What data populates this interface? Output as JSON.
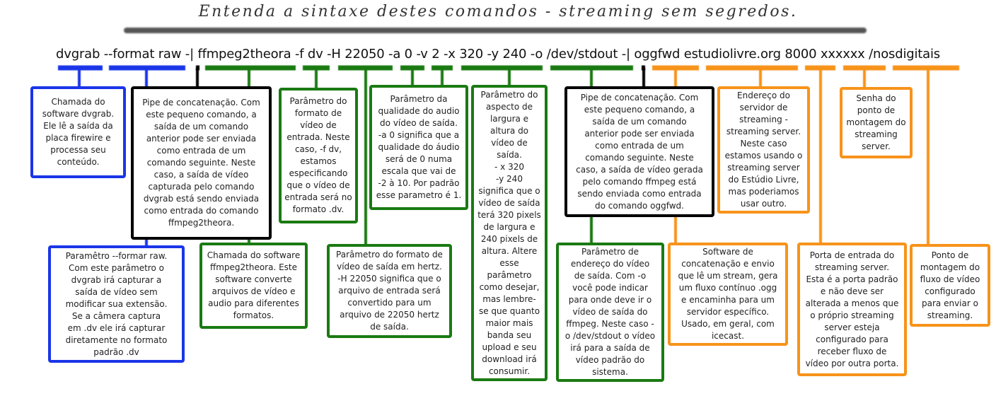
{
  "title": "Entenda a sintaxe destes comandos - streaming sem segredos.",
  "command": "dvgrab --format raw -| ffmpeg2theora -f dv -H 22050 -a 0 -v 2 -x 320 -y 240 -o /dev/stdout -| oggfwd estudiolivre.org 8000 xxxxxx /nosdigitais",
  "colors": {
    "blue": "#1a35e8",
    "black": "#000000",
    "green": "#1a7a12",
    "orange": "#f7931a"
  },
  "boxes": {
    "dvgrab": "Chamada do\nsoftware dvgrab.\nEle lê a saída da\nplaca firewire e\nprocessa seu\nconteúdo.",
    "format_raw": "Paramêtro --formar raw.\nCom este parâmetro o\ndvgrab irá capturar a\nsaída de vídeo sem\nmodificar sua extensão.\nSe a câmera captura\nem .dv ele irá capturar\ndiretamente no formato\npadrão .dv",
    "pipe1": "Pipe de concatenação. Com\neste pequeno comando, a\nsaída de um comando\nanterior pode ser enviada\ncomo entrada de um\ncomando seguinte. Neste\ncaso, a saída de vídeo\ncapturada pelo comando\ndvgrab está sendo enviada\ncomo entrada do comando\nffmpeg2theora.",
    "ffmpeg2theora": "Chamada do software\nffmpeg2theora. Este\nsoftware converte\narquivos de vídeo e\naudio para diferentes\nformatos.",
    "f_dv": "Parâmetro do\nformato de\nvídeo de\nentrada. Neste\ncaso, -f dv,\nestamos\nespecificando\nque o vídeo de\nentrada será no\nformato .dv.",
    "h_22050": "Parâmetro do formato de\nvídeo de saída em hertz.\n-H 22050 significa que o\narquivo de entrada será\nconvertido para um\narquivo de 22050 hertz\nde saída.",
    "a_0": "Parâmetro da\nqualidade do audio\ndo vídeo de saída.\n-a 0 significa que a\nqualidade do áudio\nserá de 0 numa\nescala que vai de\n-2 à 10. Por padrão\nesse parametro é 1.",
    "xy": "Parâmetro do\naspecto de\nlargura e\naltura do\nvídeo de\nsaída.\n- x 320\n-y 240\nsignifica que o\nvídeo de saída\nterá 320 pixels\nde largura e\n240 pixels de\naltura. Altere\nesse\nparâmetro\ncomo desejar,\nmas lembre-\nse que quanto\nmaior mais\nbanda seu\nupload e seu\ndownload irá\nconsumir.",
    "o_stdout": "Parâmetro de\nendereço do vídeo\nde saída. Com -o\nvocê pode indicar\npara onde deve ir o\nvídeo de saída do\nffmpeg. Neste caso -\no /dev/stdout o vídeo\nirá para a saída de\nvídeo padrão do\nsistema.",
    "pipe2": "Pipe de concatenação. Com\neste pequeno comando, a\nsaída de um comando\nanterior pode ser enviada\ncomo entrada de um\ncomando seguinte. Neste\ncaso, a saída de vídeo gerada\npelo comando ffmpeg está\nsendo enviada como entrada\ndo comando oggfwd.",
    "oggfwd": "Software de\nconcatenação e envio\nque lê um stream, gera\num fluxo contínuo .ogg\ne encaminha para um\nservidor específico.\nUsado, em geral, com\nicecast.",
    "server": "Endereço do\nservidor de\nstreaming -\nstreaming server.\nNeste caso\nestamos usando o\nstreaming server\ndo Estúdio Livre,\nmas poderiamos\nusar outro.",
    "port": "Porta de entrada do\nstreaming server.\nEsta é a porta padrão\ne não deve ser\nalterada a menos que\no próprio streaming\nserver esteja\nconfigurado para\nreceber fluxo de\nvídeo por outra porta.",
    "password": "Senha do\nponto de\nmontagem do\nstreaming\nserver.",
    "mount": "Ponto de\nmontagem do\nfluxo de vídeo\nconfigurado\npara enviar o\nstreaming."
  }
}
